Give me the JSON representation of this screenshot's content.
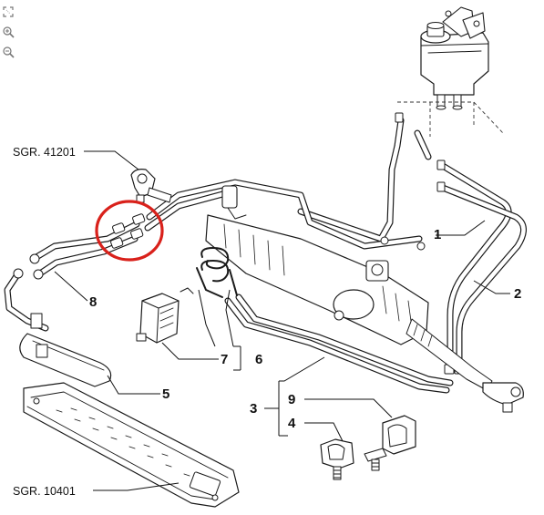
{
  "toolbar": {
    "items": [
      {
        "name": "fit-view",
        "icon": "fit-to-screen-icon"
      },
      {
        "name": "zoom-in",
        "icon": "zoom-in-icon"
      },
      {
        "name": "zoom-out",
        "icon": "zoom-out-icon"
      }
    ]
  },
  "callouts": {
    "c1": "1",
    "c2": "2",
    "c3": "3",
    "c4": "4",
    "c5": "5",
    "c6": "6",
    "c7": "7",
    "c8": "8",
    "c9": "9"
  },
  "references": {
    "sgr_top": "SGR. 41201",
    "sgr_bottom": "SGR. 10401"
  },
  "highlight": {
    "color": "#d9211b",
    "shape": "circle"
  }
}
